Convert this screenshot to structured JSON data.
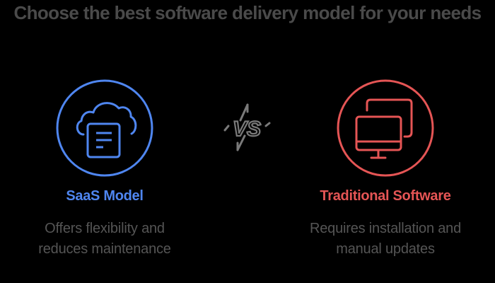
{
  "title": "Choose the best software delivery model for your needs",
  "colors": {
    "title": "#4a4a4a",
    "saas": "#4f86f0",
    "traditional": "#e55555",
    "vs": "#7a7a7a",
    "description": "#555555",
    "background": "#000000"
  },
  "vs_badge": {
    "label": "VS",
    "icon": "vs-lightning-icon"
  },
  "options": [
    {
      "icon": "cloud-document-icon",
      "label": "SaaS Model",
      "description_lines": [
        "Offers flexibility and",
        "reduces maintenance"
      ]
    },
    {
      "icon": "desktop-monitor-icon",
      "label": "Traditional Software",
      "description_lines": [
        "Requires installation and",
        "manual updates"
      ]
    }
  ]
}
